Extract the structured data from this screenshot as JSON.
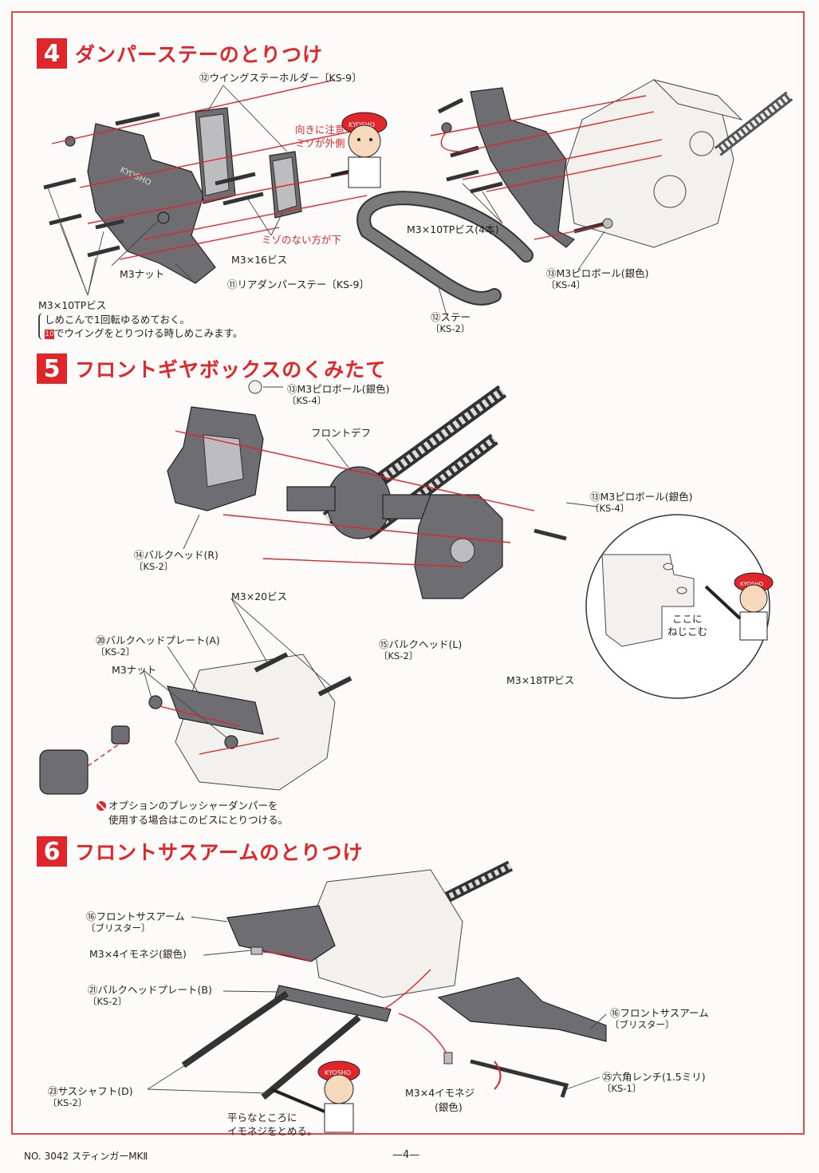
{
  "sections": [
    {
      "number": "4",
      "title": "ダンパーステーのとりつけ"
    },
    {
      "number": "5",
      "title": "フロントギヤボックスのくみたて"
    },
    {
      "number": "6",
      "title": "フロントサスアームのとりつけ"
    }
  ],
  "section4": {
    "wing_holder": {
      "name": "⑫ウイングステーホルダー",
      "code": "〔KS-9〕"
    },
    "attention": [
      "向きに注意",
      "ミゾが外側"
    ],
    "groove_down": "ミゾのない方が下",
    "screw_16": "M3×16ビス",
    "nut": "M3ナット",
    "rear_damper_stay": {
      "name": "⑪リアダンパーステー",
      "code": "〔KS-9〕"
    },
    "tp_screw": "M3×10TPビス",
    "note_line1": "しめこんで1回転ゆるめておく。",
    "note_ref": "10",
    "note_line2": "でウイングをとりつける時しめこみます。",
    "tp_screw_4": "M3×10TPビス(4本)",
    "pillow_ball": {
      "name": "⑬M3ピロボール(銀色)",
      "code": "〔KS-4〕"
    },
    "stay": {
      "name": "⑫ステー",
      "code": "〔KS-2〕"
    }
  },
  "section5": {
    "pillow_ball_top": {
      "name": "⑬M3ピロボール(銀色)",
      "code": "〔KS-4〕"
    },
    "front_diff": "フロントデフ",
    "pillow_ball_right": {
      "name": "⑬M3ピロボール(銀色)",
      "code": "〔KS-4〕"
    },
    "bulkhead_r": {
      "name": "⑭バルクヘッド(R)",
      "code": "〔KS-2〕"
    },
    "bulkhead_l": {
      "name": "⑮バルクヘッド(L)",
      "code": "〔KS-2〕"
    },
    "screw_20": "M3×20ビス",
    "bulk_plate_a": {
      "name": "⑳バルクヘッドプレート(A)",
      "code": "〔KS-2〕"
    },
    "nut": "M3ナット",
    "screw_18": "M3×18TPビス",
    "screw_here": [
      "ここに",
      "ねじこむ"
    ],
    "option_line1": "オプションのプレッシャーダンパーを",
    "option_line2": "使用する場合はこのビスにとりつける。"
  },
  "section6": {
    "front_arm_left": {
      "name": "⑯フロントサスアーム",
      "code": "〔ブリスター〕"
    },
    "set_screw": "M3×4イモネジ(銀色)",
    "bulk_plate_b": {
      "name": "㉑バルクヘッドプレート(B)",
      "code": "〔KS-2〕"
    },
    "front_arm_right": {
      "name": "⑯フロントサスアーム",
      "code": "〔ブリスター〕"
    },
    "hex_wrench": {
      "name": "㉕六角レンチ(1.5ミリ)",
      "code": "〔KS-1〕"
    },
    "sus_shaft": {
      "name": "㉓サスシャフト(D)",
      "code": "〔KS-2〕"
    },
    "set_screw_bottom": [
      "M3×4イモネジ",
      "(銀色)"
    ],
    "flat_note": [
      "平らなところに",
      "イモネジをとめる。"
    ]
  },
  "kid_cap": "KYOSHO",
  "footer": {
    "model": "NO. 3042 スティンガーMKⅡ",
    "page": "—4—"
  },
  "colors": {
    "accent": "#e0262b",
    "frame": "#e24a4a",
    "part": "#6e6e72"
  }
}
